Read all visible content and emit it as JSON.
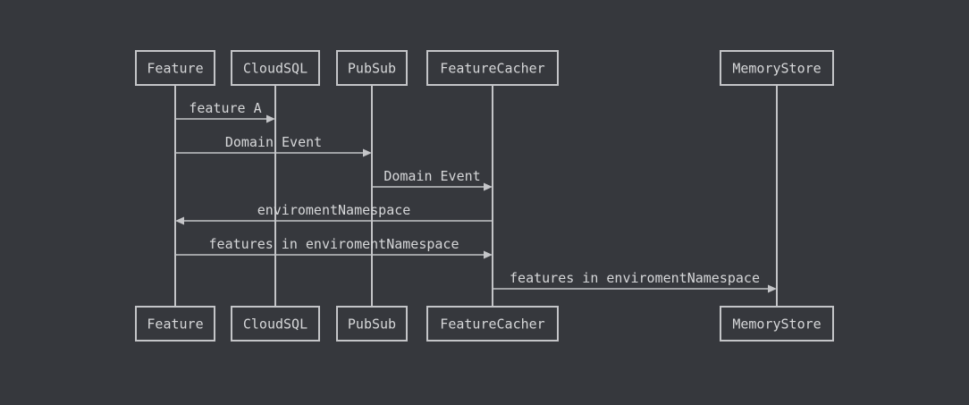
{
  "diagram": {
    "type": "sequence",
    "colors": {
      "background": "#36383d",
      "stroke": "#c4c5c8",
      "text": "#d6d7d9"
    },
    "participants": [
      "Feature",
      "CloudSQL",
      "PubSub",
      "FeatureCacher",
      "MemoryStore"
    ],
    "messages": [
      {
        "from": "Feature",
        "to": "CloudSQL",
        "label": "feature A"
      },
      {
        "from": "Feature",
        "to": "PubSub",
        "label": "Domain Event"
      },
      {
        "from": "PubSub",
        "to": "FeatureCacher",
        "label": "Domain Event"
      },
      {
        "from": "FeatureCacher",
        "to": "Feature",
        "label": "enviromentNamespace"
      },
      {
        "from": "Feature",
        "to": "FeatureCacher",
        "label": "features in enviromentNamespace"
      },
      {
        "from": "FeatureCacher",
        "to": "MemoryStore",
        "label": "features in enviromentNamespace"
      }
    ]
  }
}
